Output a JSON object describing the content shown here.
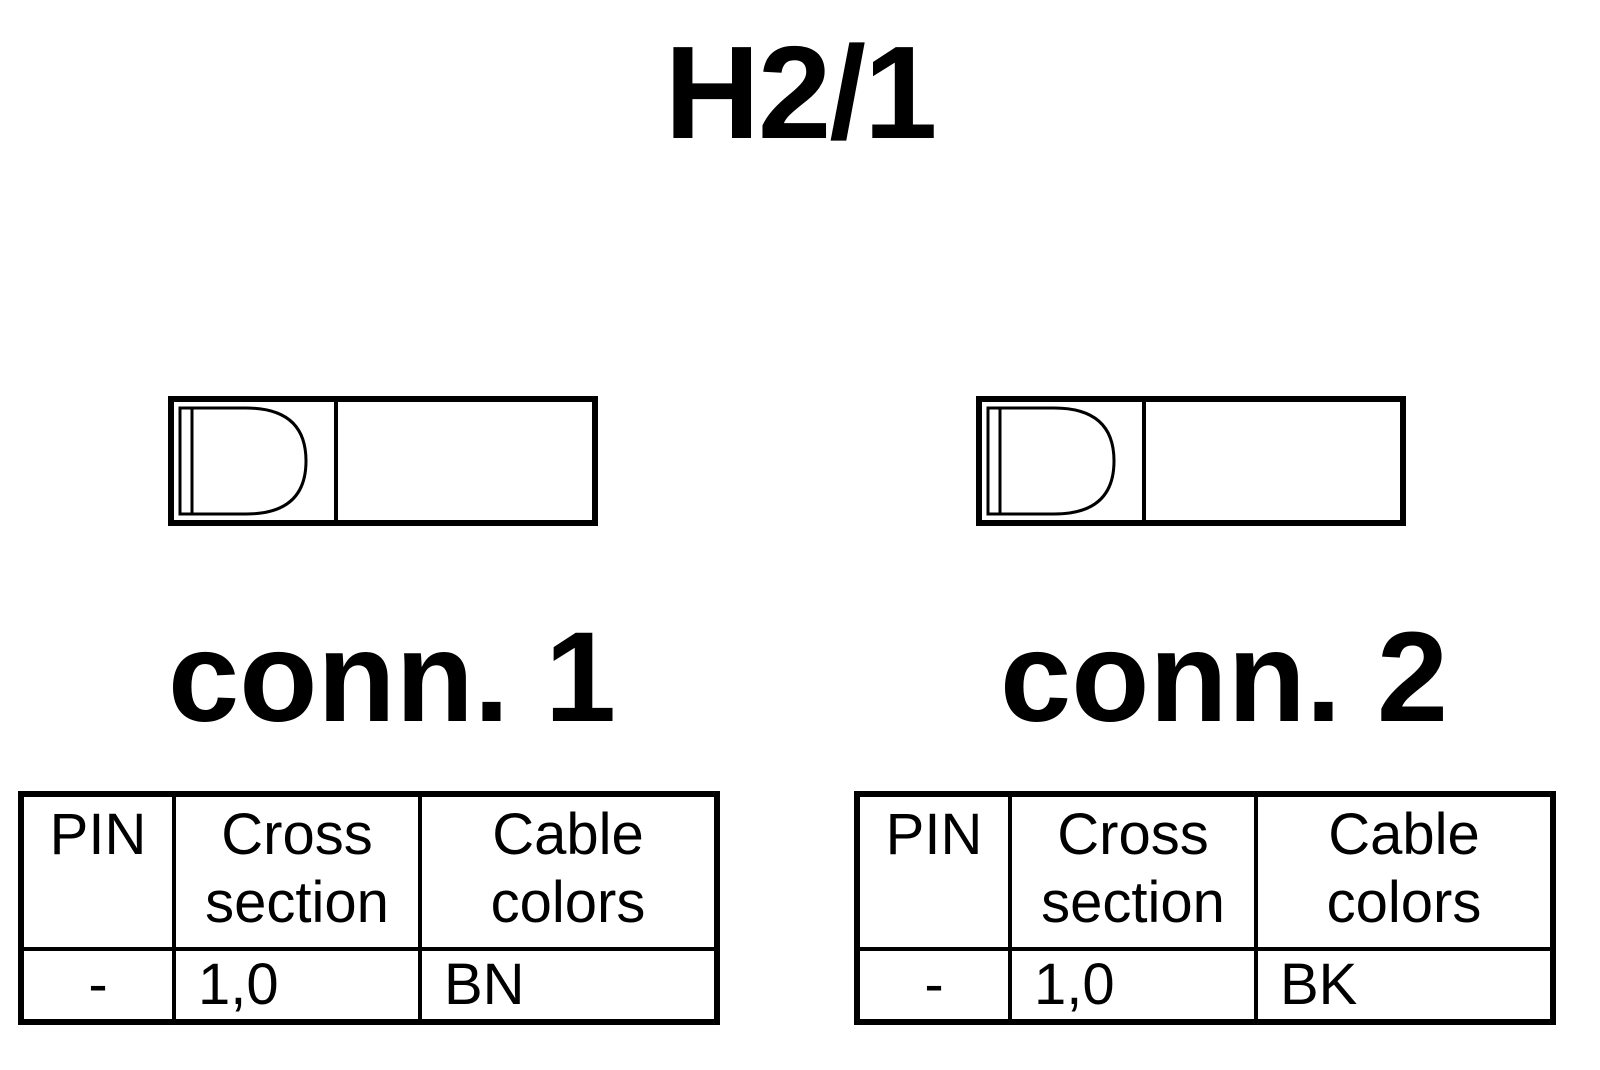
{
  "title": "H2/1",
  "connectors": [
    {
      "label": "conn. 1",
      "table": {
        "headers": {
          "pin": "PIN",
          "cross_line1": "Cross",
          "cross_line2": "section",
          "cable_line1": "Cable",
          "cable_line2": "colors"
        },
        "rows": [
          {
            "pin": "-",
            "cross_section": "1,0",
            "cable_color": "BN"
          }
        ]
      }
    },
    {
      "label": "conn. 2",
      "table": {
        "headers": {
          "pin": "PIN",
          "cross_line1": "Cross",
          "cross_line2": "section",
          "cable_line1": "Cable",
          "cable_line2": "colors"
        },
        "rows": [
          {
            "pin": "-",
            "cross_section": "1,0",
            "cable_color": "BK"
          }
        ]
      }
    }
  ]
}
